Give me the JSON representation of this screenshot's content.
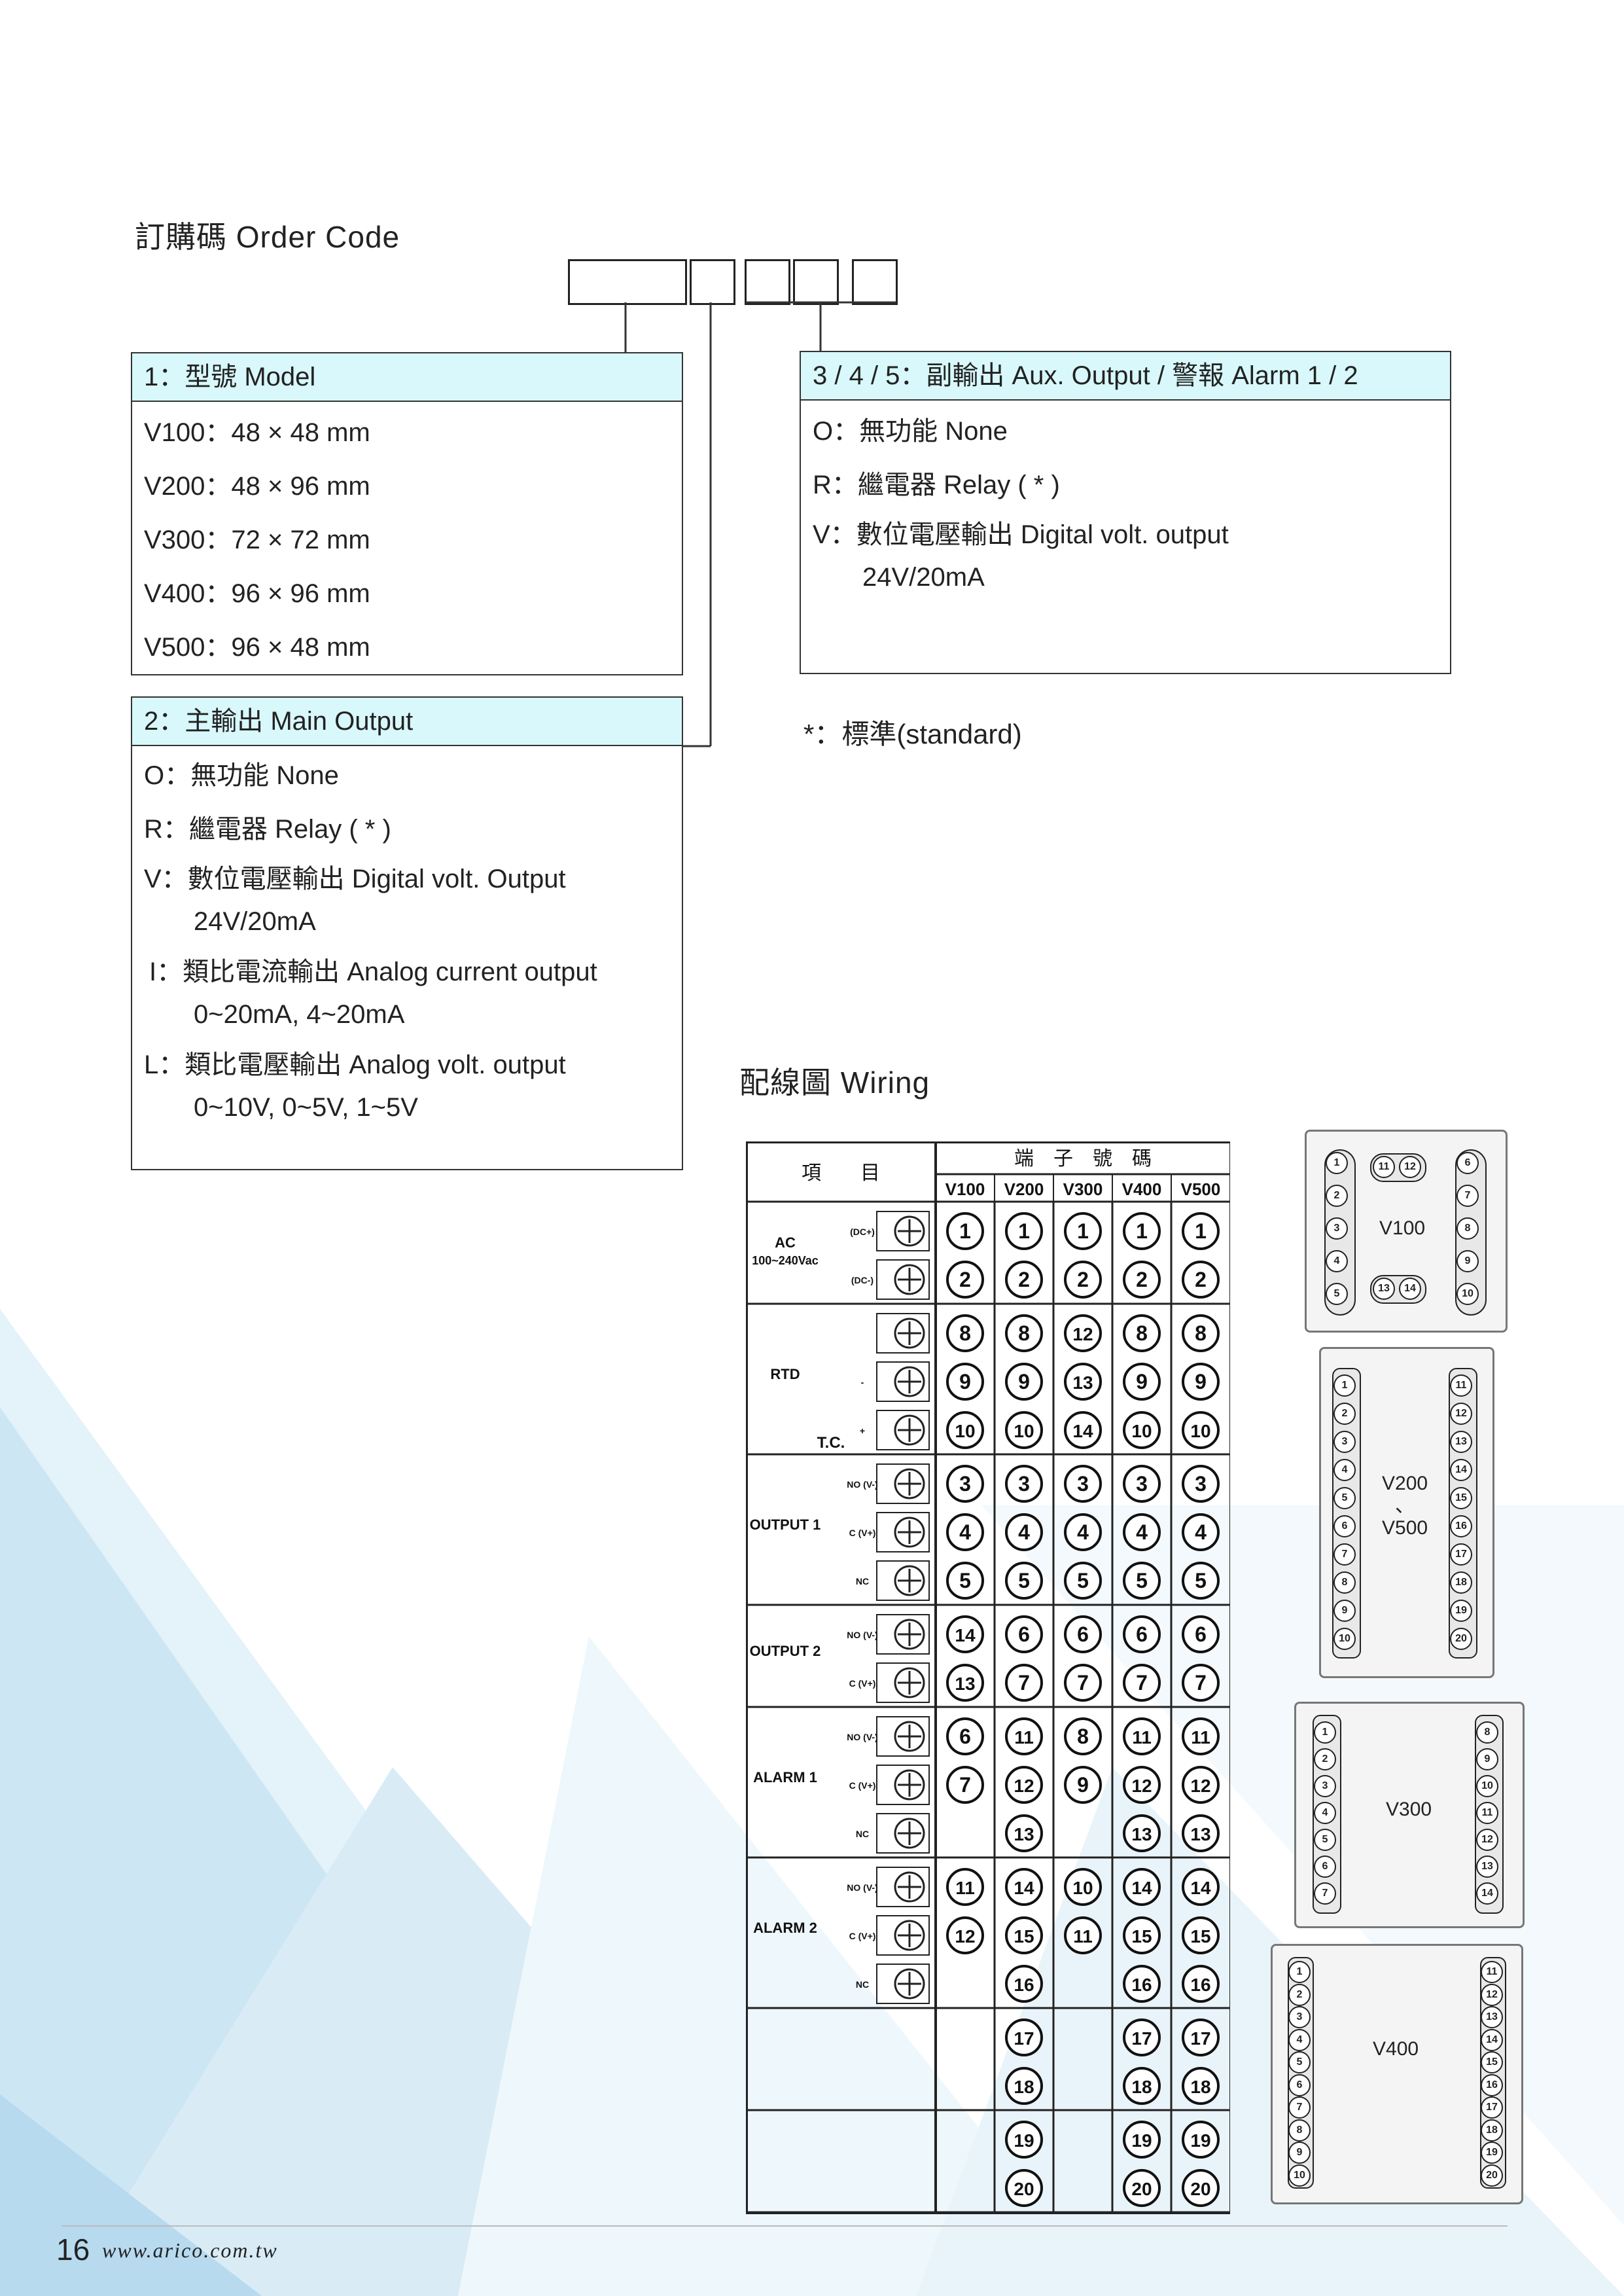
{
  "order_code": {
    "title": "訂購碼 Order Code"
  },
  "model_panel": {
    "header": "1：型號 Model",
    "rows": [
      "V100：48 × 48 mm",
      "V200：48 × 96 mm",
      "V300：72 × 72 mm",
      "V400：96 × 96 mm",
      "V500：96 × 48 mm"
    ]
  },
  "main_output_panel": {
    "header": "2：主輸出 Main Output",
    "rows": [
      "O：無功能 None",
      "R：繼電器 Relay ( * )",
      "V：數位電壓輸出 Digital volt. Output",
      "24V/20mA",
      "I：類比電流輸出 Analog current output",
      "0~20mA, 4~20mA",
      "L：類比電壓輸出 Analog volt. output",
      "0~10V, 0~5V, 1~5V"
    ]
  },
  "aux_panel": {
    "header": "3 / 4 / 5：副輸出 Aux. Output / 警報 Alarm 1 / 2",
    "rows": [
      "O：無功能 None",
      "R：繼電器 Relay ( * )",
      "V：數位電壓輸出 Digital volt. output",
      "24V/20mA"
    ]
  },
  "standard_note": "*：標準(standard)",
  "wiring": {
    "title": "配線圖 Wiring",
    "item_header": "項　　目",
    "terminal_header": "端　子　號　碼",
    "models": [
      "V100",
      "V200",
      "V300",
      "V400",
      "V500"
    ],
    "sections": [
      {
        "label": "AC",
        "sub": "100~240Vac",
        "tags": [
          "(DC+)",
          "(DC-)"
        ],
        "rows": [
          [
            "1",
            "1",
            "1",
            "1",
            "1"
          ],
          [
            "2",
            "2",
            "2",
            "2",
            "2"
          ]
        ]
      },
      {
        "label": "RTD",
        "sub": "T.C.",
        "tags": [
          "",
          "-",
          "+"
        ],
        "rows": [
          [
            "8",
            "8",
            "12",
            "8",
            "8"
          ],
          [
            "9",
            "9",
            "13",
            "9",
            "9"
          ],
          [
            "10",
            "10",
            "14",
            "10",
            "10"
          ]
        ]
      },
      {
        "label": "OUTPUT 1",
        "sub": "",
        "tags": [
          "NO (V-)",
          "C (V+)",
          "NC"
        ],
        "rows": [
          [
            "3",
            "3",
            "3",
            "3",
            "3"
          ],
          [
            "4",
            "4",
            "4",
            "4",
            "4"
          ],
          [
            "5",
            "5",
            "5",
            "5",
            "5"
          ]
        ]
      },
      {
        "label": "OUTPUT 2",
        "sub": "",
        "tags": [
          "NO (V-)",
          "C (V+)"
        ],
        "rows": [
          [
            "14",
            "6",
            "6",
            "6",
            "6"
          ],
          [
            "13",
            "7",
            "7",
            "7",
            "7"
          ]
        ]
      },
      {
        "label": "ALARM 1",
        "sub": "",
        "tags": [
          "NO (V-)",
          "C (V+)",
          "NC"
        ],
        "rows": [
          [
            "6",
            "11",
            "8",
            "11",
            "11"
          ],
          [
            "7",
            "12",
            "9",
            "12",
            "12"
          ],
          [
            "",
            "13",
            "",
            "13",
            "13"
          ]
        ]
      },
      {
        "label": "ALARM 2",
        "sub": "",
        "tags": [
          "NO (V-)",
          "C (V+)",
          "NC"
        ],
        "rows": [
          [
            "11",
            "14",
            "10",
            "14",
            "14"
          ],
          [
            "12",
            "15",
            "11",
            "15",
            "15"
          ],
          [
            "",
            "16",
            "",
            "16",
            "16"
          ]
        ]
      },
      {
        "label": "",
        "sub": "",
        "tags": [],
        "rows": [
          [
            "",
            "17",
            "",
            "17",
            "17"
          ],
          [
            "",
            "18",
            "",
            "18",
            "18"
          ]
        ]
      },
      {
        "label": "",
        "sub": "",
        "tags": [],
        "rows": [
          [
            "",
            "19",
            "",
            "19",
            "19"
          ],
          [
            "",
            "20",
            "",
            "20",
            "20"
          ]
        ]
      }
    ]
  },
  "devices": {
    "v100": {
      "label": "V100",
      "left": [
        "1",
        "2",
        "3",
        "4",
        "5"
      ],
      "right": [
        "6",
        "7",
        "8",
        "9",
        "10"
      ],
      "top": [
        "11",
        "12"
      ],
      "bottom": [
        "13",
        "14"
      ]
    },
    "v200_500": {
      "label": "V200\n、\nV500",
      "left": [
        "1",
        "2",
        "3",
        "4",
        "5",
        "6",
        "7",
        "8",
        "9",
        "10"
      ],
      "right": [
        "11",
        "12",
        "13",
        "14",
        "15",
        "16",
        "17",
        "18",
        "19",
        "20"
      ]
    },
    "v300": {
      "label": "V300",
      "left": [
        "1",
        "2",
        "3",
        "4",
        "5",
        "6",
        "7"
      ],
      "right": [
        "8",
        "9",
        "10",
        "11",
        "12",
        "13",
        "14"
      ]
    },
    "v400": {
      "label": "V400",
      "left": [
        "1",
        "2",
        "3",
        "4",
        "5",
        "6",
        "7",
        "8",
        "9",
        "10"
      ],
      "right": [
        "11",
        "12",
        "13",
        "14",
        "15",
        "16",
        "17",
        "18",
        "19",
        "20"
      ]
    }
  },
  "footer": {
    "page_number": "16",
    "url": "www.arico.com.tw"
  }
}
